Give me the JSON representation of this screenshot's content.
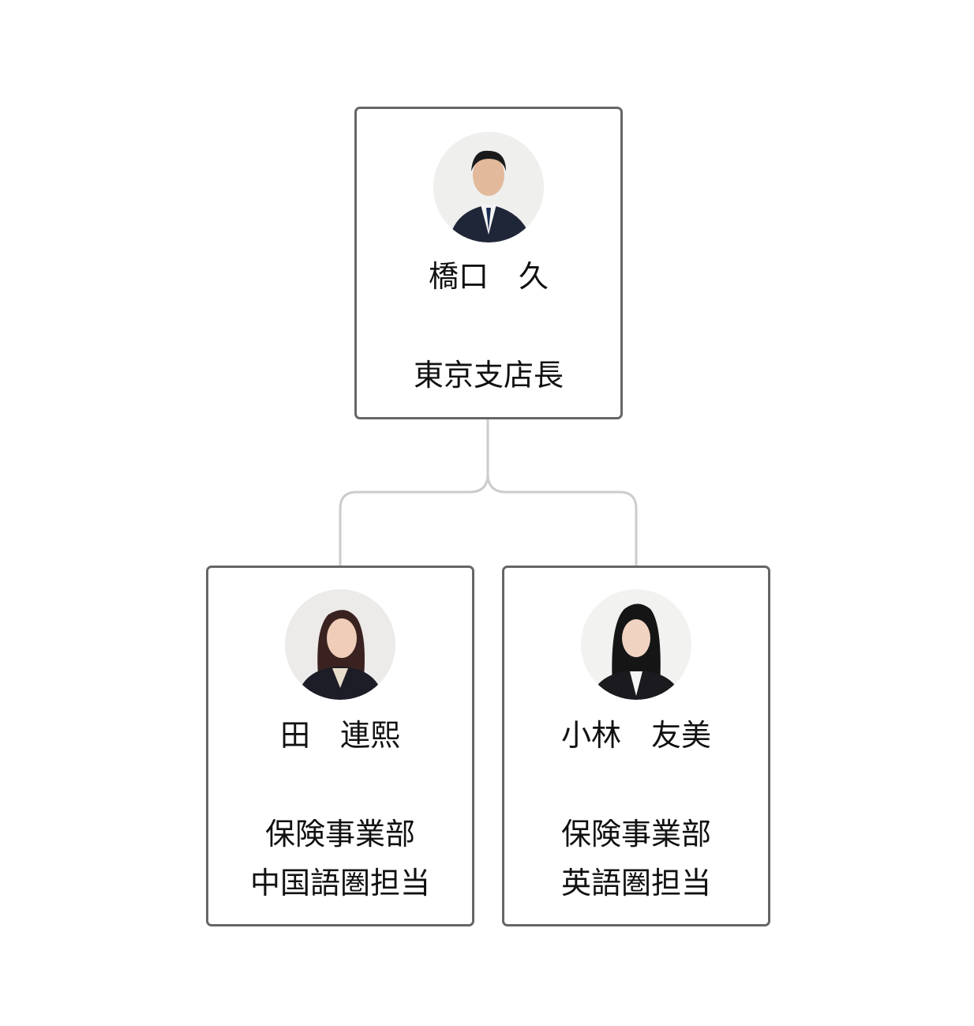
{
  "org_chart": {
    "root": {
      "name": "橋口　久",
      "role_lines": [
        "東京支店長"
      ],
      "photo": "man-in-suit-portrait"
    },
    "children": [
      {
        "name": "田　連熙",
        "role_lines": [
          "保険事業部",
          "中国語圏担当"
        ],
        "photo": "woman-in-dark-jacket-portrait"
      },
      {
        "name": "小林　友美",
        "role_lines": [
          "保険事業部",
          "英語圏担当"
        ],
        "photo": "woman-in-dark-suit-portrait"
      }
    ],
    "colors": {
      "card_border": "#666666",
      "connector": "#cccccc"
    }
  }
}
